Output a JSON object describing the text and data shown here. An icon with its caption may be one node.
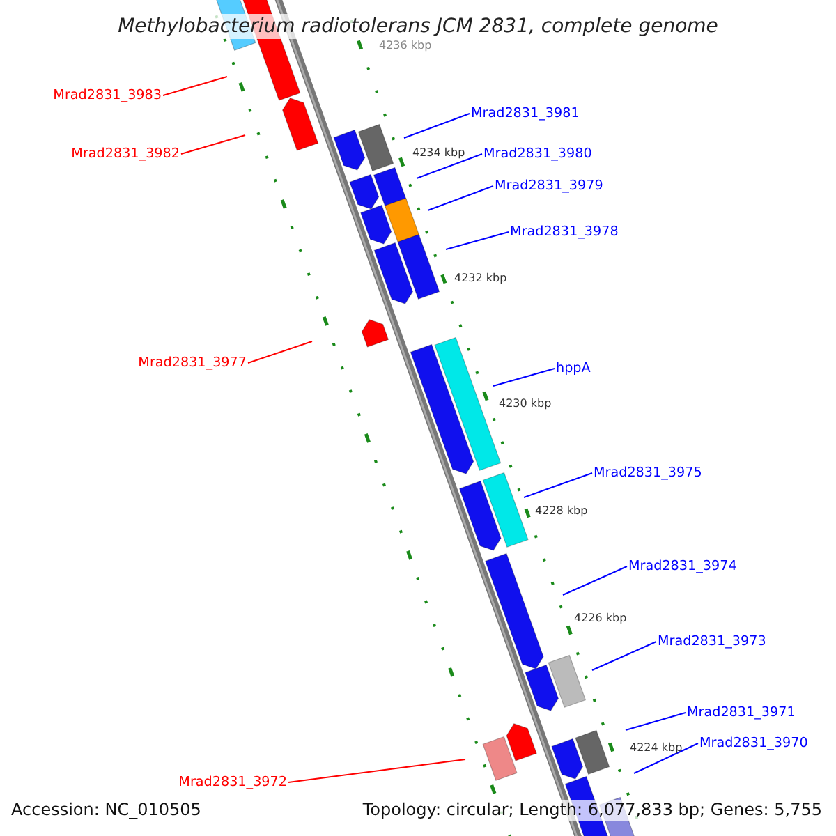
{
  "diagram": {
    "title": "Methylobacterium radiotolerans JCM 2831, complete genome",
    "nodes": [
      {
        "text": [
          "Mrad2831_3983"
        ]
      },
      {
        "text": [
          "Mrad2831_3981"
        ]
      },
      {
        "text": [
          "Mrad2831_3982"
        ]
      },
      {
        "text": [
          "Mrad2831_3980"
        ]
      },
      {
        "text": [
          "Mrad2831_3979"
        ]
      },
      {
        "text": [
          "Mrad2831_3978"
        ]
      },
      {
        "text": [
          "Mrad2831_3977"
        ]
      },
      {
        "text": [
          "hppA"
        ]
      },
      {
        "text": [
          "Mrad2831_3975"
        ]
      },
      {
        "text": [
          "Mrad2831_3974"
        ]
      },
      {
        "text": [
          "Mrad2831_3973"
        ]
      },
      {
        "text": [
          "Mrad2831_3971"
        ]
      },
      {
        "text": [
          "Mrad2831_3970"
        ]
      },
      {
        "text": [
          "Mrad2831_3972"
        ]
      }
    ],
    "edges": [
      {
        "from": 0,
        "to": null,
        "arrow": "none",
        "color": "#ff0000"
      },
      {
        "from": 1,
        "to": null,
        "arrow": "none"
      },
      {
        "from": 2,
        "to": null,
        "arrow": "none",
        "color": "#ff0000"
      },
      {
        "from": 3,
        "to": null,
        "arrow": "none"
      },
      {
        "from": 4,
        "to": null,
        "arrow": "none"
      },
      {
        "from": 5,
        "to": null,
        "arrow": "none"
      },
      {
        "from": 6,
        "to": null,
        "arrow": "none",
        "color": "#ff0000"
      },
      {
        "from": 7,
        "to": null,
        "arrow": "none"
      },
      {
        "from": 8,
        "to": null,
        "arrow": "none"
      },
      {
        "from": 9,
        "to": null,
        "arrow": "none"
      },
      {
        "from": 10,
        "to": null,
        "arrow": "none"
      },
      {
        "from": 11,
        "to": null,
        "arrow": "none"
      },
      {
        "from": 12,
        "to": null,
        "arrow": "none"
      },
      {
        "from": 13,
        "to": null,
        "arrow": "none",
        "color": "#ff0000"
      }
    ],
    "labels": [
      "4236 kbp",
      "4234 kbp",
      "4232 kbp",
      "4230 kbp",
      "4228 kbp",
      "4226 kbp",
      "4224 kbp",
      "Accession: NC_010505",
      "Topology: circular; Length: 6,077,833 bp; Genes: 5,755"
    ]
  }
}
